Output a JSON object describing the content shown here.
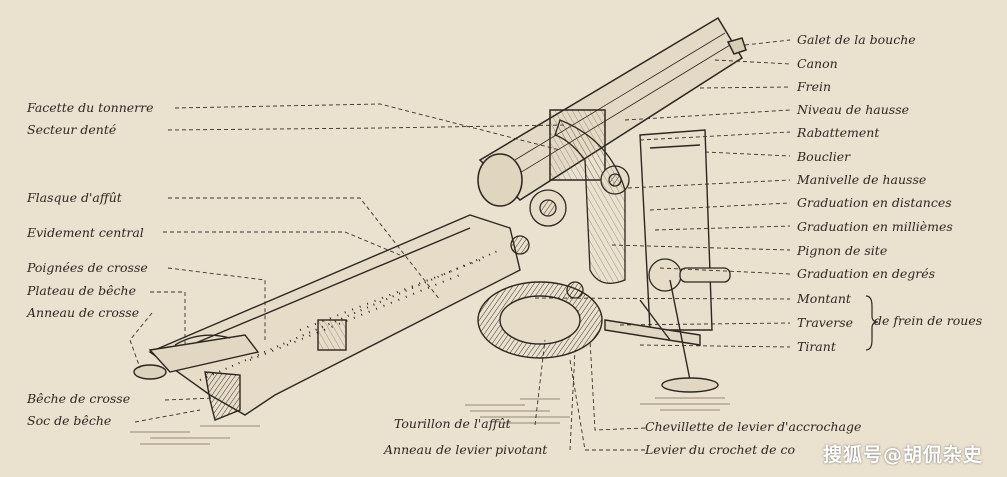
{
  "labels": {
    "galet_de_la_bouche": "Galet de la bouche",
    "canon": "Canon",
    "frein": "Frein",
    "niveau_de_hausse": "Niveau de hausse",
    "rabattement": "Rabattement",
    "bouclier": "Bouclier",
    "manivelle_de_hausse": "Manivelle de hausse",
    "graduation_en_distances": "Graduation en distances",
    "graduation_en_milliemes": "Graduation en millièmes",
    "pignon_de_site": "Pignon de site",
    "graduation_en_degres": "Graduation en degrés",
    "montant": "Montant",
    "traverse": "Traverse",
    "de_frein_de_roues": "de frein de roues",
    "tirant": "Tirant",
    "facette_du_tonnerre": "Facette du tonnerre",
    "secteur_dente": "Secteur denté",
    "flasque_d_affut": "Flasque d'affût",
    "evidement_central": "Evidement central",
    "poignees_de_crosse": "Poignées de crosse",
    "plateau_de_beche": "Plateau de bêche",
    "anneau_de_crosse": "Anneau de crosse",
    "beche_de_crosse": "Bêche de crosse",
    "soc_de_beche": "Soc de bêche",
    "tourillon_de_l_affut": "Tourillon de l'affût",
    "anneau_de_levier_pivotant": "Anneau de levier pivotant",
    "chevillette_de_levier_d_accrochage": "Chevillette de levier d'accrochage",
    "levier_du_crochet_de_co": "Levier du crochet de co"
  },
  "watermark": "搜狐号@胡侃杂史",
  "colors": {
    "paper": "#eae1cf",
    "ink": "#2e2720",
    "watermark": "#ffffff"
  }
}
